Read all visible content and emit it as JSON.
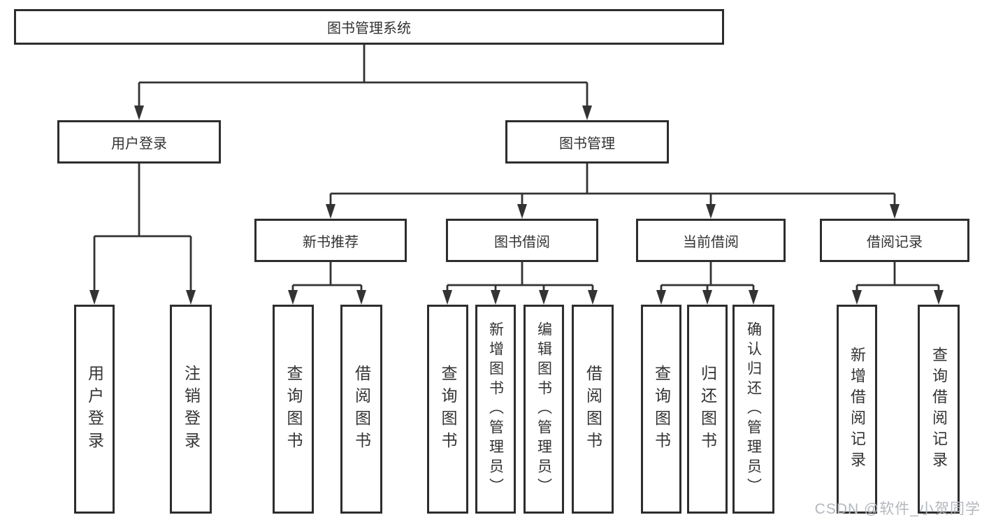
{
  "diagram": {
    "root": {
      "label": "图书管理系统"
    },
    "branches": [
      {
        "label": "用户登录",
        "children": [
          "用户登录",
          "注销登录"
        ]
      },
      {
        "label": "图书管理",
        "groups": [
          {
            "label": "新书推荐",
            "children": [
              "查询图书",
              "借阅图书"
            ]
          },
          {
            "label": "图书借阅",
            "children": [
              "查询图书",
              "新增图书（管理员）",
              "编辑图书（管理员）",
              "借阅图书"
            ]
          },
          {
            "label": "当前借阅",
            "children": [
              "查询图书",
              "归还图书",
              "确认归还（管理员）"
            ]
          },
          {
            "label": "借阅记录",
            "children": [
              "新增借阅记录",
              "查询借阅记录"
            ]
          }
        ]
      }
    ]
  },
  "watermark": {
    "text": "CSDN @软件_小贺同学"
  },
  "colors": {
    "line": "#333333",
    "box_border": "#2d2d2d",
    "text": "#333333",
    "watermark": "#b3b8be",
    "background": "#ffffff"
  }
}
